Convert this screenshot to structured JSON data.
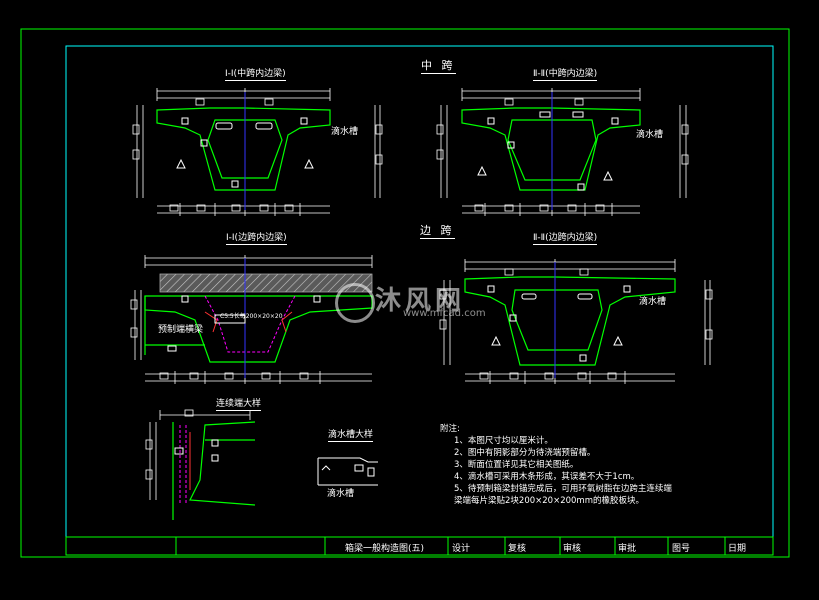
{
  "colors": {
    "background": "#000000",
    "frame": "#00ff00",
    "inner_frame": "#00ffff",
    "outline": "#00ff00",
    "centerline": "#0000ff",
    "hatch_fill": "#666666",
    "dashed": "#ff00ff",
    "text": "#ffffff"
  },
  "headings": {
    "mid_span": "中 跨",
    "side_span": "边 跨"
  },
  "section_titles": {
    "sec1_mid": "Ⅰ-Ⅰ(中跨内边梁)",
    "sec2_mid": "Ⅱ-Ⅱ(中跨内边梁)",
    "sec1_side": "Ⅰ-Ⅰ(边跨内边梁)",
    "sec2_side": "Ⅱ-Ⅱ(边跨内边梁)",
    "detail_joint": "连续端大样",
    "detail_drip": "滴水槽大样"
  },
  "labels": {
    "drip_groove": "滴水槽",
    "precast_note": "预制端横梁",
    "dashed_note": "C5.5长每200×20×20"
  },
  "notes": {
    "header": "附注:",
    "items": [
      "1、本图尺寸均以厘米计。",
      "2、图中有阴影部分为待浇端预留槽。",
      "3、断面位置详见其它相关图纸。",
      "4、滴水槽可采用木条形成，其误差不大于1cm。",
      "5、待预制箱梁封锚完成后，可用环氧树脂在边跨主连续端",
      "   梁端每片梁贴2块200×20×200mm的橡胶板块。"
    ]
  },
  "title_block": {
    "drawing_title": "箱梁一般构造图(五)",
    "design": "设计",
    "review": "复核",
    "check": "审核",
    "approve": "审批",
    "number": "图号",
    "date": "日期"
  },
  "watermark": {
    "logo_text": "沐风网",
    "url": "www.mfcad.com"
  }
}
